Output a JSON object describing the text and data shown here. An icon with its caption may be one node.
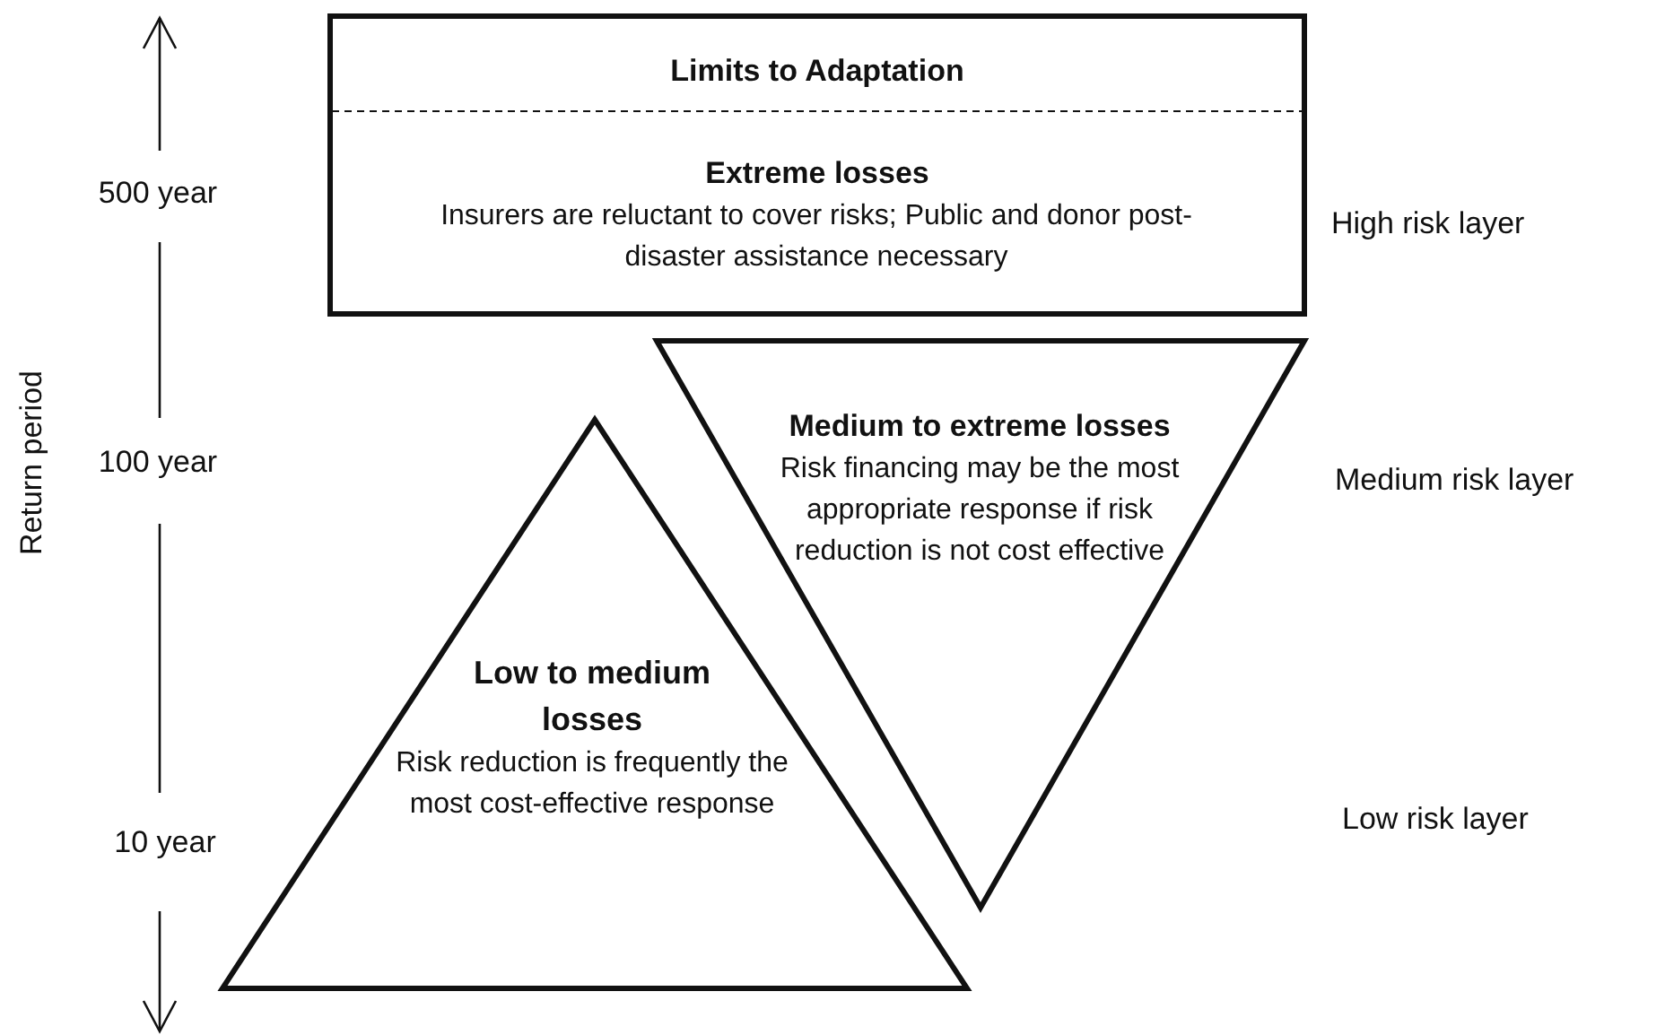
{
  "diagram": {
    "nodes": [
      {
        "text": [
          "Limits to Adaptation",
          "Extreme losses",
          "Insurers are reluctant to cover risks; Public and donor post-disaster assistance necessary"
        ]
      },
      {
        "text": [
          "Medium to extreme losses",
          "Risk financing may be the most appropriate response if risk reduction is not cost effective"
        ]
      },
      {
        "text": [
          "Low to medium losses",
          "Risk reduction is frequently the most cost-effective response"
        ]
      }
    ],
    "labels": [
      "500 year",
      "100 year",
      "10 year",
      "Return period",
      "High risk layer",
      "Medium risk layer",
      "Low risk layer"
    ]
  }
}
